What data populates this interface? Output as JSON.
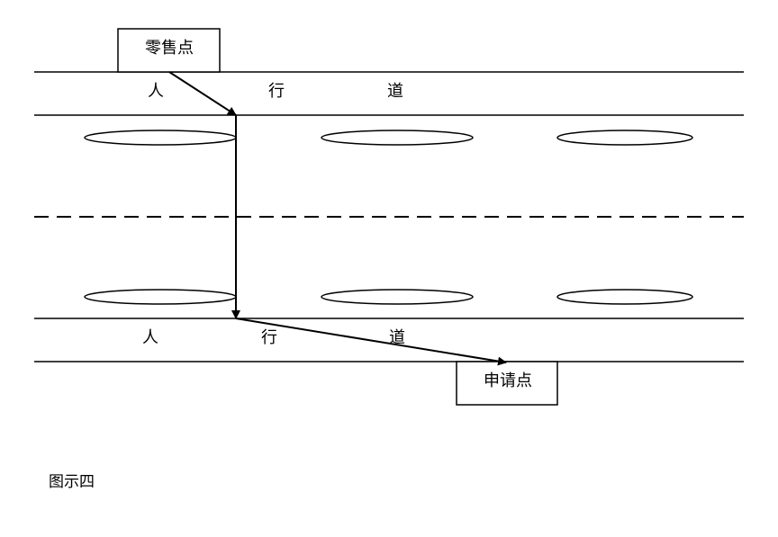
{
  "diagram": {
    "boxes": {
      "retail": {
        "label": "零售点"
      },
      "application": {
        "label": "申请点"
      }
    },
    "sidewalk_top": {
      "chars": [
        "人",
        "行",
        "道"
      ]
    },
    "sidewalk_bottom": {
      "chars": [
        "人",
        "行",
        "道"
      ]
    },
    "caption": "图示四",
    "colors": {
      "stroke": "#000000",
      "background": "#ffffff"
    }
  }
}
